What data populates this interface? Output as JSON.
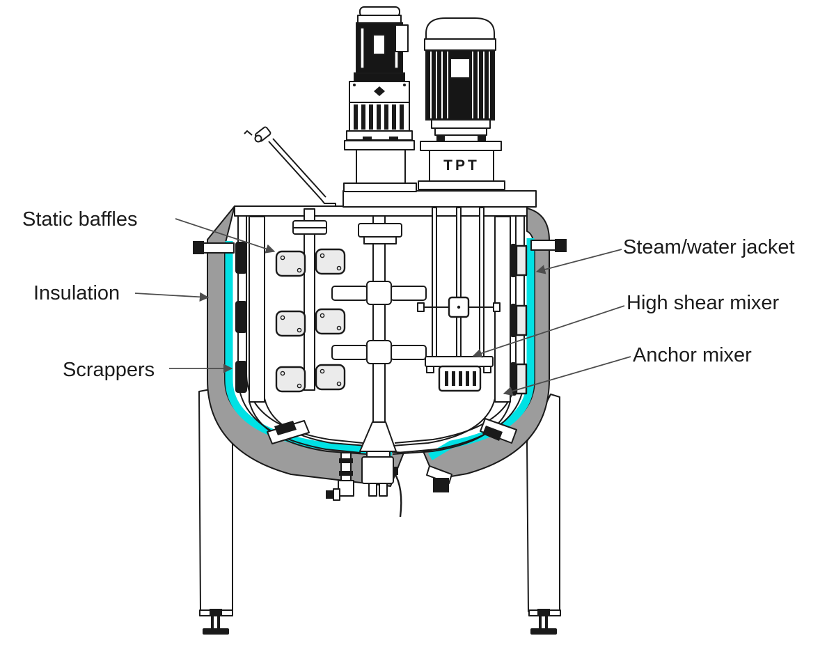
{
  "colors": {
    "line": "#1a1a1a",
    "leader": "#4d4d4d",
    "insulation_gray": "#9c9c9c",
    "jacket_cyan": "#00e1e4",
    "plate_fill": "#ebebeb",
    "motor_black": "#161616",
    "text": "#1c1c1c"
  },
  "diagram": {
    "motor_badge": "TPT",
    "callouts": [
      {
        "text": "Static baffles",
        "side": "left"
      },
      {
        "text": "Insulation",
        "side": "left"
      },
      {
        "text": "Scrappers",
        "side": "left"
      },
      {
        "text": "Steam/water jacket",
        "side": "right"
      },
      {
        "text": "High shear mixer",
        "side": "right"
      },
      {
        "text": "Anchor mixer",
        "side": "right"
      }
    ]
  }
}
